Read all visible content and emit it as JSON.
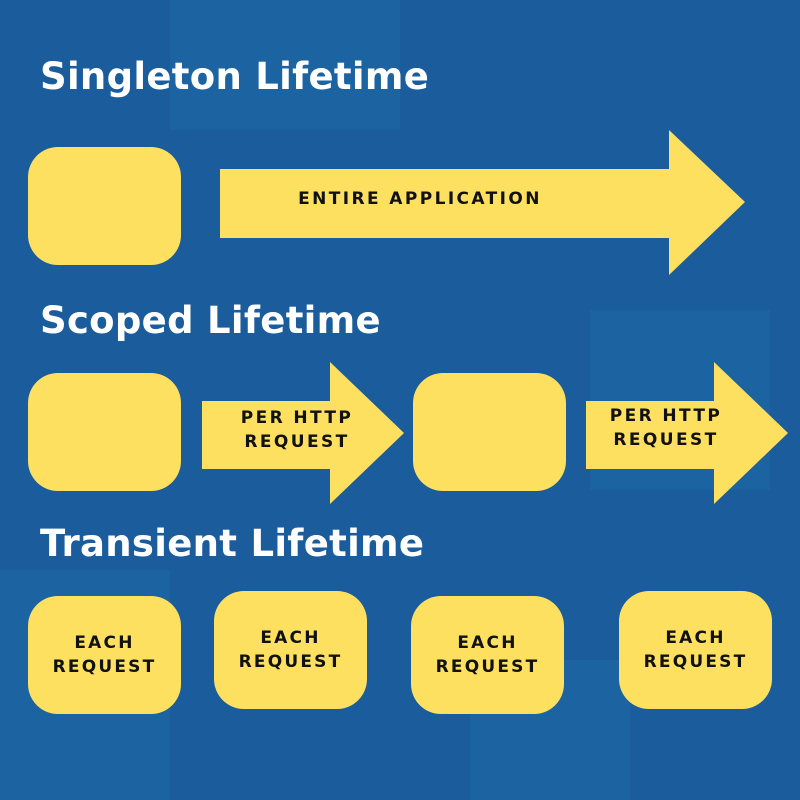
{
  "colors": {
    "background": "#1a5c9c",
    "accent": "#fde05f",
    "heading": "#ffffff",
    "label": "#111111"
  },
  "singleton": {
    "title": "Singleton Lifetime",
    "arrow_label": "ENTIRE APPLICATION"
  },
  "scoped": {
    "title": "Scoped Lifetime",
    "arrow_label_1": "PER HTTP\nREQUEST",
    "arrow_label_2": "PER HTTP\nREQUEST"
  },
  "transient": {
    "title": "Transient Lifetime",
    "boxes": [
      "EACH\nREQUEST",
      "EACH\nREQUEST",
      "EACH\nREQUEST",
      "EACH\nREQUEST"
    ]
  }
}
